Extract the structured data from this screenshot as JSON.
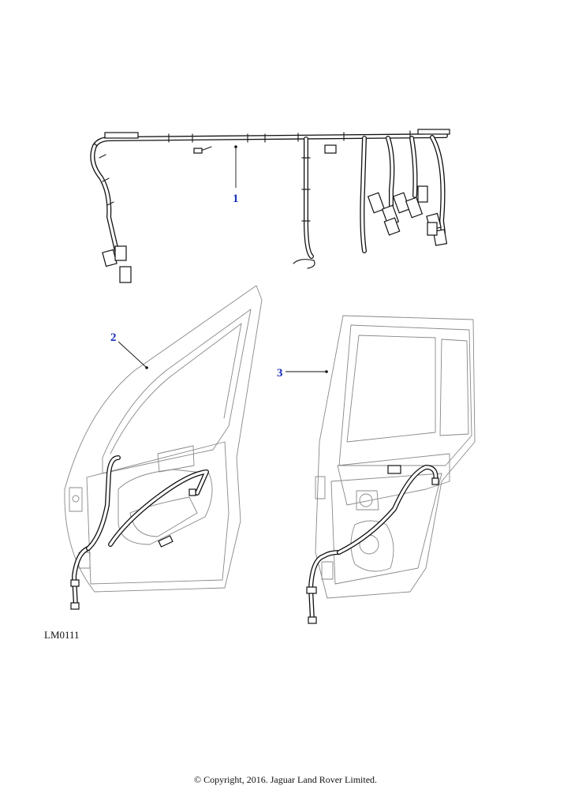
{
  "callouts": [
    {
      "id": "1",
      "label": "1"
    },
    {
      "id": "2",
      "label": "2"
    },
    {
      "id": "3",
      "label": "3"
    }
  ],
  "illustration_ref": "LM0111",
  "copyright": "© Copyright, 2016. Jaguar Land Rover Limited.",
  "colors": {
    "callout": "#1a2fbf",
    "line": "#222222",
    "background": "#ffffff"
  }
}
